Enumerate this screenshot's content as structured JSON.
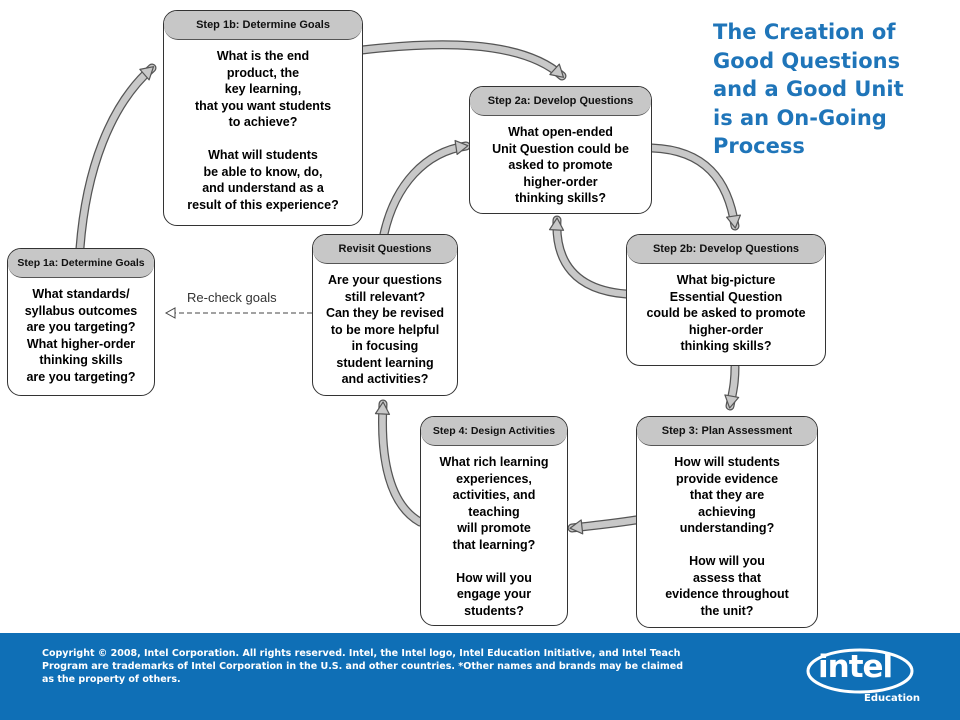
{
  "title": "The Creation of\nGood Questions\nand a Good Unit\nis an On-Going\nProcess",
  "recheck_label": "Re-check goals",
  "boxes": {
    "step1b": {
      "header": "Step 1b: Determine Goals",
      "body": "What is the end\nproduct, the\nkey learning,\nthat you want students\nto achieve?\n\nWhat will students\nbe able to know, do,\nand understand as a\nresult of this experience?"
    },
    "step2a": {
      "header": "Step 2a: Develop Questions",
      "body": "What open-ended\nUnit Question could be\nasked to promote\nhigher-order\nthinking skills?"
    },
    "step1a": {
      "header": "Step 1a: Determine Goals",
      "body": "What standards/\nsyllabus outcomes\nare you targeting?\nWhat higher-order\nthinking skills\nare you targeting?"
    },
    "revisit": {
      "header": "Revisit Questions",
      "body": "Are your questions\nstill relevant?\nCan they be revised\nto be more helpful\nin focusing\nstudent learning\nand activities?"
    },
    "step2b": {
      "header": "Step 2b: Develop Questions",
      "body": "What big-picture\nEssential Question\ncould be asked to promote\nhigher-order\nthinking skills?"
    },
    "step4": {
      "header": "Step 4: Design Activities",
      "body": "What rich learning\nexperiences,\nactivities, and\nteaching\nwill promote\nthat learning?\n\nHow will you\nengage your\nstudents?"
    },
    "step3": {
      "header": "Step 3: Plan Assessment",
      "body": "How will students\nprovide evidence\nthat they are\nachieving\nunderstanding?\n\nHow will you\nassess that\nevidence throughout\nthe unit?"
    }
  },
  "footer": {
    "copyright": "Copyright © 2008, Intel Corporation. All rights reserved. Intel, the Intel logo, Intel Education Initiative, and Intel Teach Program are trademarks of Intel Corporation in the U.S. and other countries. *Other names and brands may be claimed as the property of others.",
    "logo_word": "intel",
    "logo_sub": "Education"
  },
  "colors": {
    "title": "#1f75b9",
    "footer_bg": "#0f6fb6",
    "header_bg": "#c7c7c7",
    "arrow_fill": "#c8c8c8",
    "arrow_stroke": "#555555"
  }
}
